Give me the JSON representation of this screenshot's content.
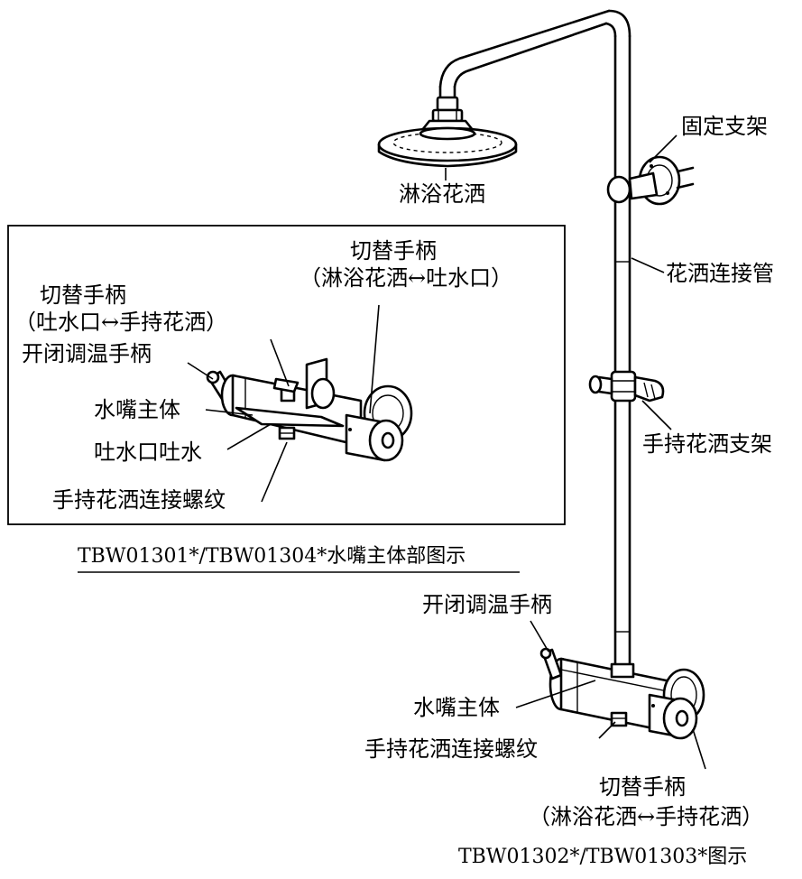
{
  "colors": {
    "ink": "#000000",
    "background": "#ffffff"
  },
  "labels": {
    "shower_head": "淋浴花洒",
    "fixed_bracket": "固定支架",
    "shower_pipe": "花洒连接管",
    "hand_shower_bracket": "手持花洒支架",
    "detail_switch_handle_left_line1": "切替手柄",
    "detail_switch_handle_left_line2": "（吐水口↔手持花洒）",
    "detail_switch_handle_right_line1": "切替手柄",
    "detail_switch_handle_right_line2": "（淋浴花洒↔吐水口）",
    "detail_on_off_temp_handle": "开闭调温手柄",
    "detail_faucet_body": "水嘴主体",
    "detail_spout_outlet": "吐水口吐水",
    "detail_hand_shower_thread": "手持花洒连接螺纹",
    "main_on_off_temp_handle": "开闭调温手柄",
    "main_faucet_body": "水嘴主体",
    "main_hand_shower_thread": "手持花洒连接螺纹",
    "main_switch_handle_line1": "切替手柄",
    "main_switch_handle_line2": "（淋浴花洒↔手持花洒）"
  },
  "captions": {
    "detail_caption": "TBW01301*/TBW01304*水嘴主体部图示",
    "main_caption": "TBW01302*/TBW01303*图示"
  }
}
